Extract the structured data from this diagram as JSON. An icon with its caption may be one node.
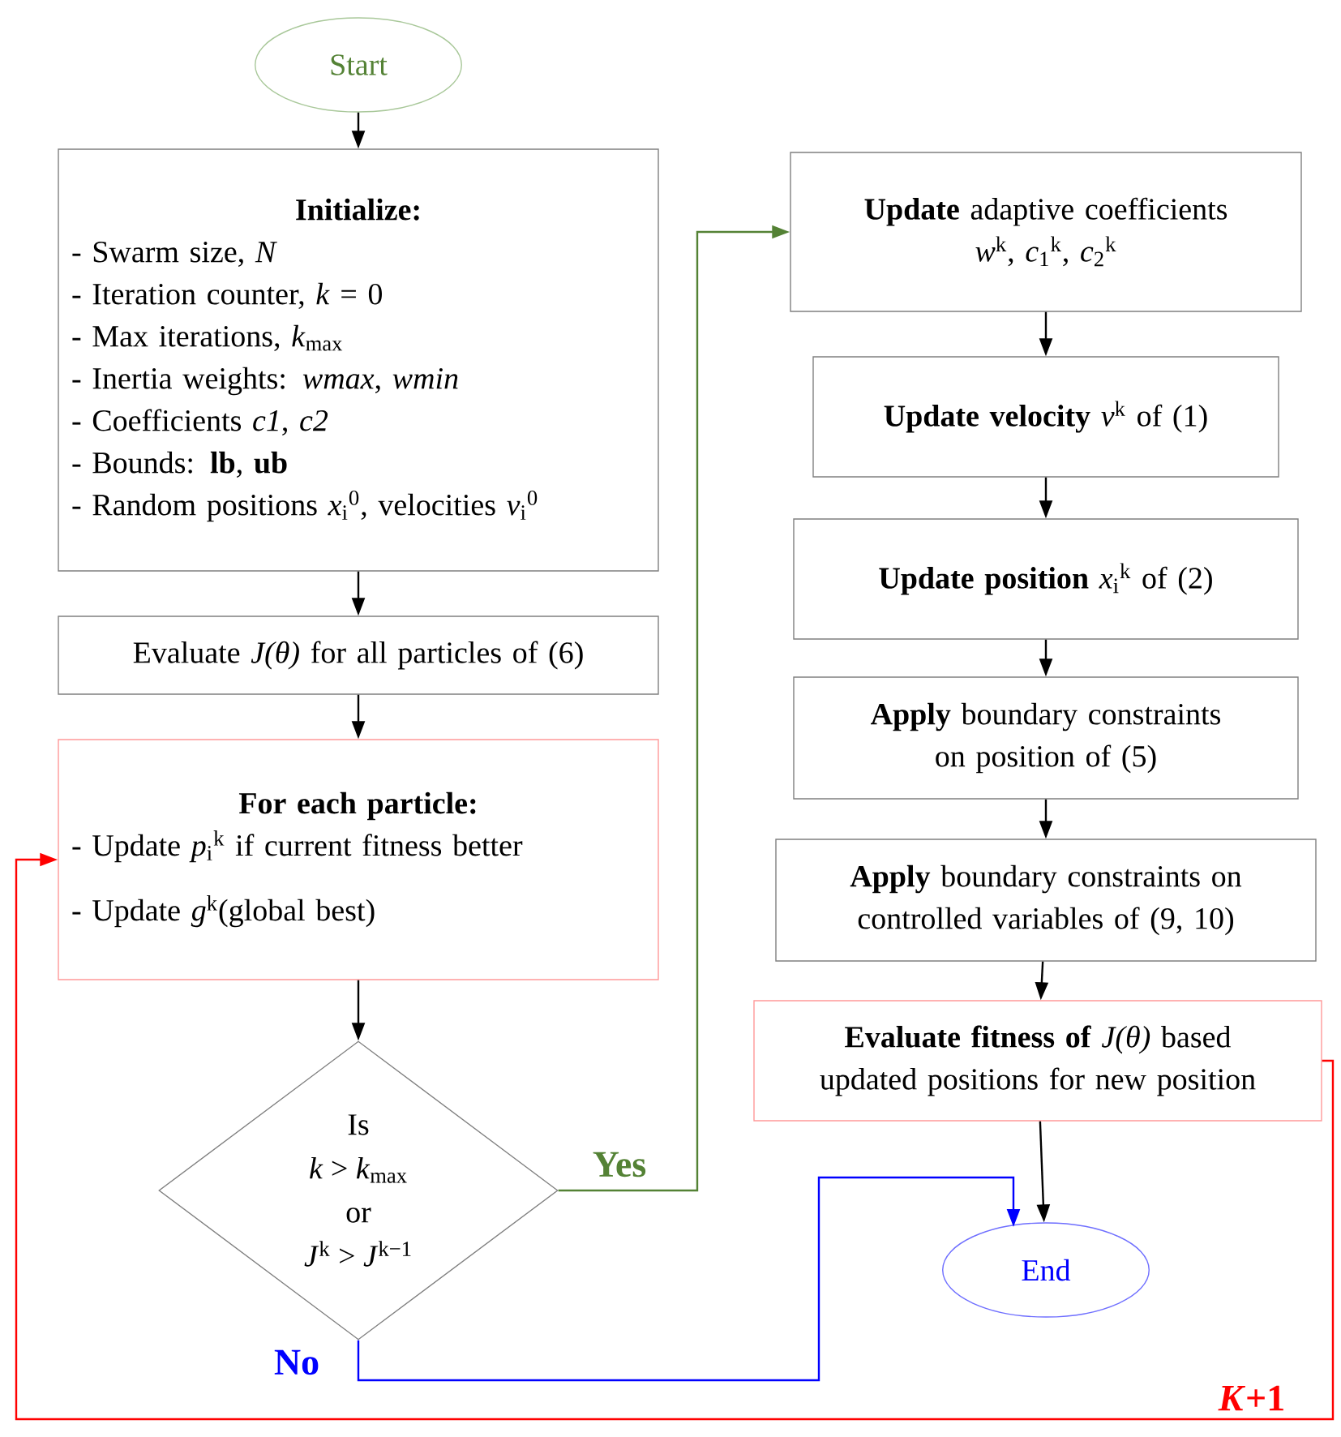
{
  "diagram": {
    "nodes": [
      {
        "text": [
          "Start"
        ]
      },
      {
        "text": [
          "Initialize:",
          "- Swarm size, *N*",
          "- Iteration counter, *k* = 0",
          "- Max iterations, *k*$_{max}$",
          "- Inertia weights: *wmax*, *wmin*",
          "- Coefficients *c1*, *c2*",
          "- Bounds: **lb**, **ub**",
          "- Random positions *x*$_{i}$$^{0}$, velocities *v*$_{i}$$^{0}$"
        ]
      },
      {
        "text": [
          "Evaluate *J(θ)* for all particles of (6)"
        ]
      },
      {
        "text": [
          "For each particle:",
          "- Update *p*$_{i}$$^{k}$ if current fitness better",
          "- Update *g*$^{k}$(global best)"
        ]
      },
      {
        "text": [
          "Is",
          "*k* > *k*$_{max}$",
          "or",
          "*J*$^{k}$ > *J*$^{k−1}$"
        ]
      },
      {
        "text": [
          "**Update** adaptive coefficients",
          "*w*$^{k}$, *c*$_{1}$$^{k}$, *c*$_{2}$$^{k}$"
        ]
      },
      {
        "text": [
          "**Update velocity** *v*$^{k}$ of (1)"
        ]
      },
      {
        "text": [
          "**Update position** *x*$_{i}$$^{k}$ of (2)"
        ]
      },
      {
        "text": [
          "**Apply** boundary constraints on position of (5)"
        ]
      },
      {
        "text": [
          "**Apply** boundary constraints on controlled variables of (9, 10)"
        ]
      },
      {
        "text": [
          "**Evaluate fitness of** *J(θ)* based updated positions for new position"
        ]
      },
      {
        "text": [
          "End"
        ]
      }
    ],
    "edges": [
      {
        "from": 0,
        "to": 1,
        "arrow": "to"
      },
      {
        "from": 1,
        "to": 2,
        "arrow": "to"
      },
      {
        "from": 2,
        "to": 3,
        "arrow": "to"
      },
      {
        "from": 3,
        "to": 4,
        "arrow": "to"
      },
      {
        "from": 4,
        "to": 5,
        "arrow": "to",
        "label": "Yes",
        "color": "#548235"
      },
      {
        "from": 5,
        "to": 6,
        "arrow": "to"
      },
      {
        "from": 6,
        "to": 7,
        "arrow": "to"
      },
      {
        "from": 7,
        "to": 8,
        "arrow": "to"
      },
      {
        "from": 8,
        "to": 9,
        "arrow": "to"
      },
      {
        "from": 9,
        "to": 10,
        "arrow": "to"
      },
      {
        "from": 10,
        "to": 11,
        "arrow": "to"
      },
      {
        "from": 4,
        "to": 11,
        "arrow": "to",
        "label": "No",
        "color": "#0000ff"
      },
      {
        "from": 10,
        "to": 3,
        "arrow": "to",
        "label": "*K*+1",
        "color": "#ff0000"
      }
    ]
  }
}
